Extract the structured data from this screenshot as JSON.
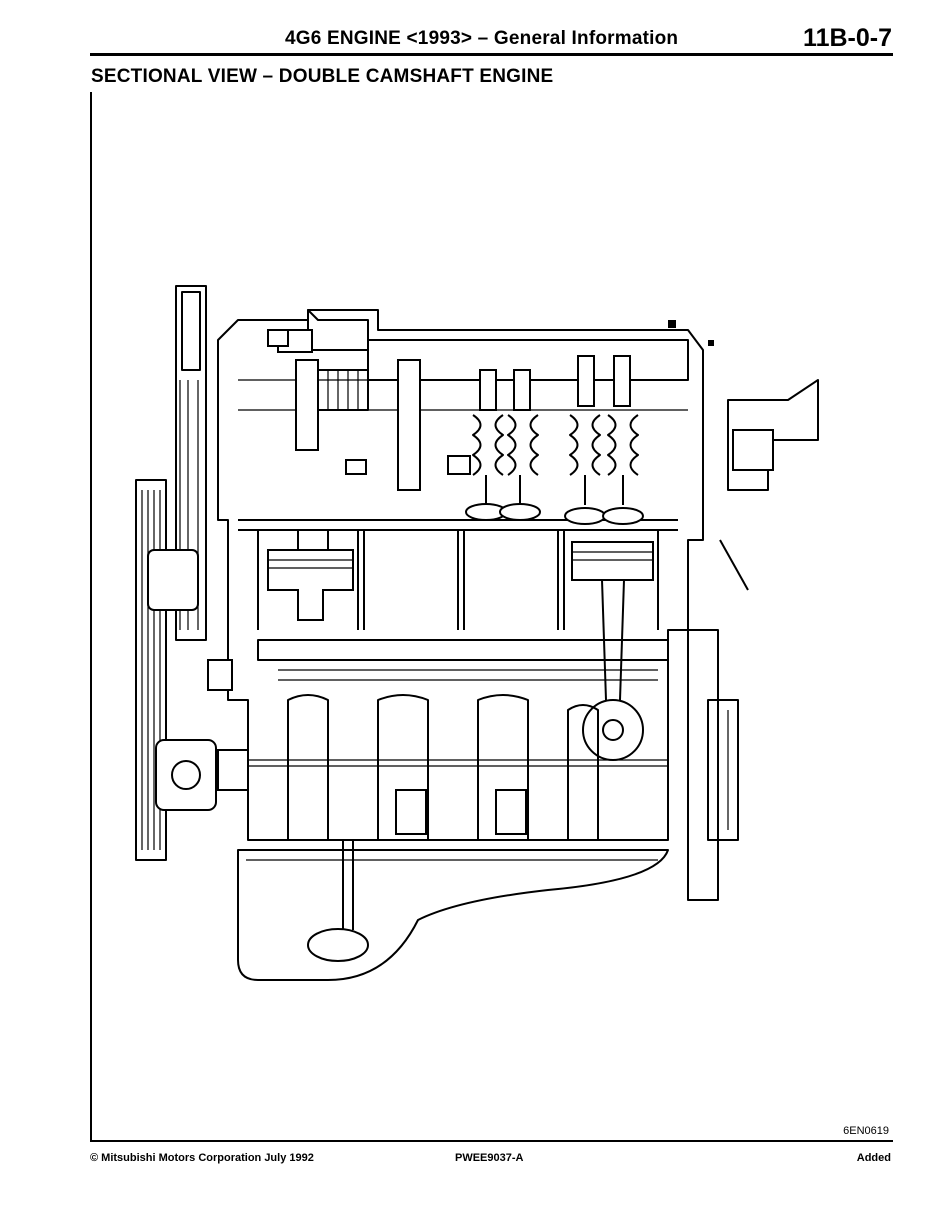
{
  "header": {
    "title": "4G6 ENGINE <1993> – General Information",
    "page_number": "11B-0-7"
  },
  "section": {
    "title": "SECTIONAL VIEW – DOUBLE CAMSHAFT ENGINE"
  },
  "figure": {
    "code": "6EN0619"
  },
  "footer": {
    "copyright": "© Mitsubishi Motors Corporation  July 1992",
    "doc_number": "PWEE9037-A",
    "status": "Added"
  }
}
